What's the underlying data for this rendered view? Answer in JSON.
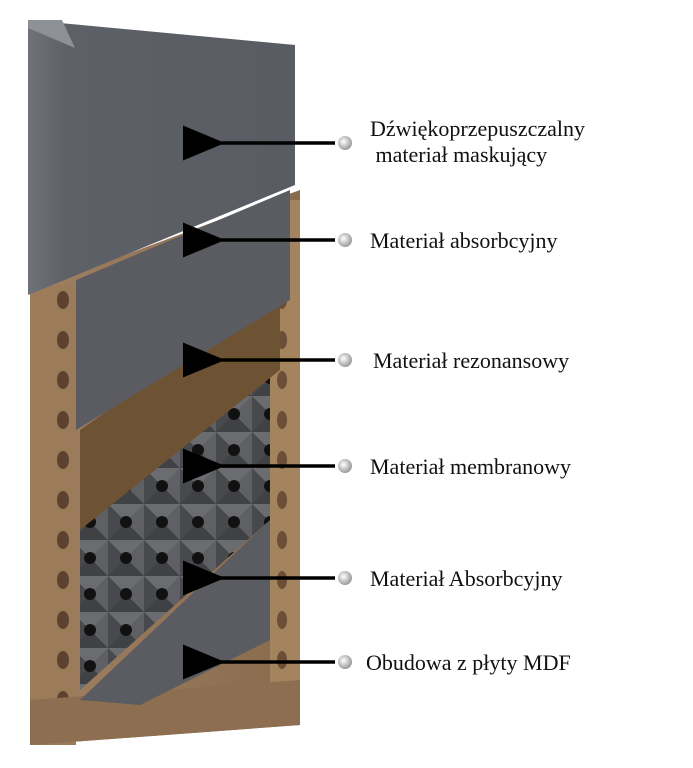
{
  "labels": [
    {
      "id": "masking",
      "lines": [
        "Dźwiękoprzepuszczalny",
        " materiał maskujący"
      ]
    },
    {
      "id": "absorb1",
      "lines": [
        "Materiał absorbcyjny"
      ]
    },
    {
      "id": "resonance",
      "lines": [
        "Materiał rezonansowy"
      ]
    },
    {
      "id": "membrane",
      "lines": [
        "Materiał membranowy"
      ]
    },
    {
      "id": "absorb2",
      "lines": [
        "Materiał Absorbcyjny"
      ]
    },
    {
      "id": "housing",
      "lines": [
        "Obudowa z płyty MDF"
      ]
    }
  ],
  "colors": {
    "fabric": "#5d6066",
    "felt": "#5a5c61",
    "mdf": "#8e7052",
    "wood_frame": "#9b7b5a",
    "membrane": "#4d4f53",
    "arrow": "#000000"
  }
}
